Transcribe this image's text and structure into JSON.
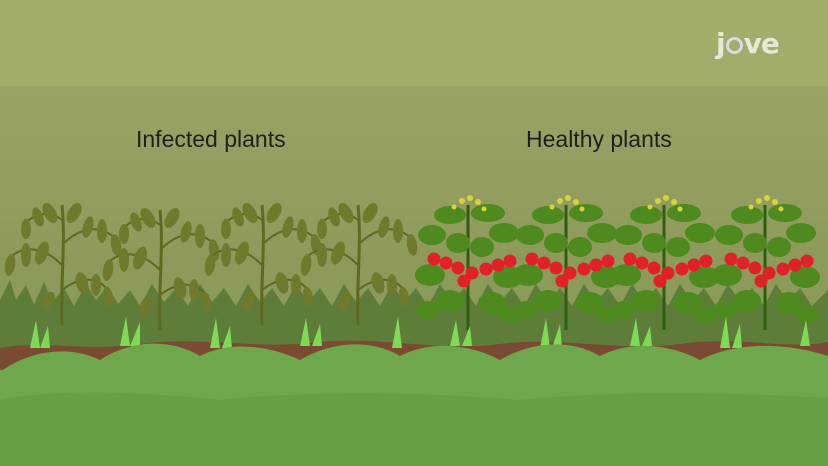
{
  "logo": {
    "text_left": "j",
    "text_right": "ve"
  },
  "labels": {
    "infected": "Infected plants",
    "healthy": "Healthy plants"
  },
  "colors": {
    "sky_top": "#a3ac6b",
    "background": "#8e9a5c",
    "wilted_leaf": "#6f7a2c",
    "healthy_leaf": "#4f8a1e",
    "tomato": "#e0212a",
    "flower": "#d9d33a",
    "soil": "#7a4a32",
    "grass": "#7ed957",
    "foreground": "#6fa74c"
  }
}
